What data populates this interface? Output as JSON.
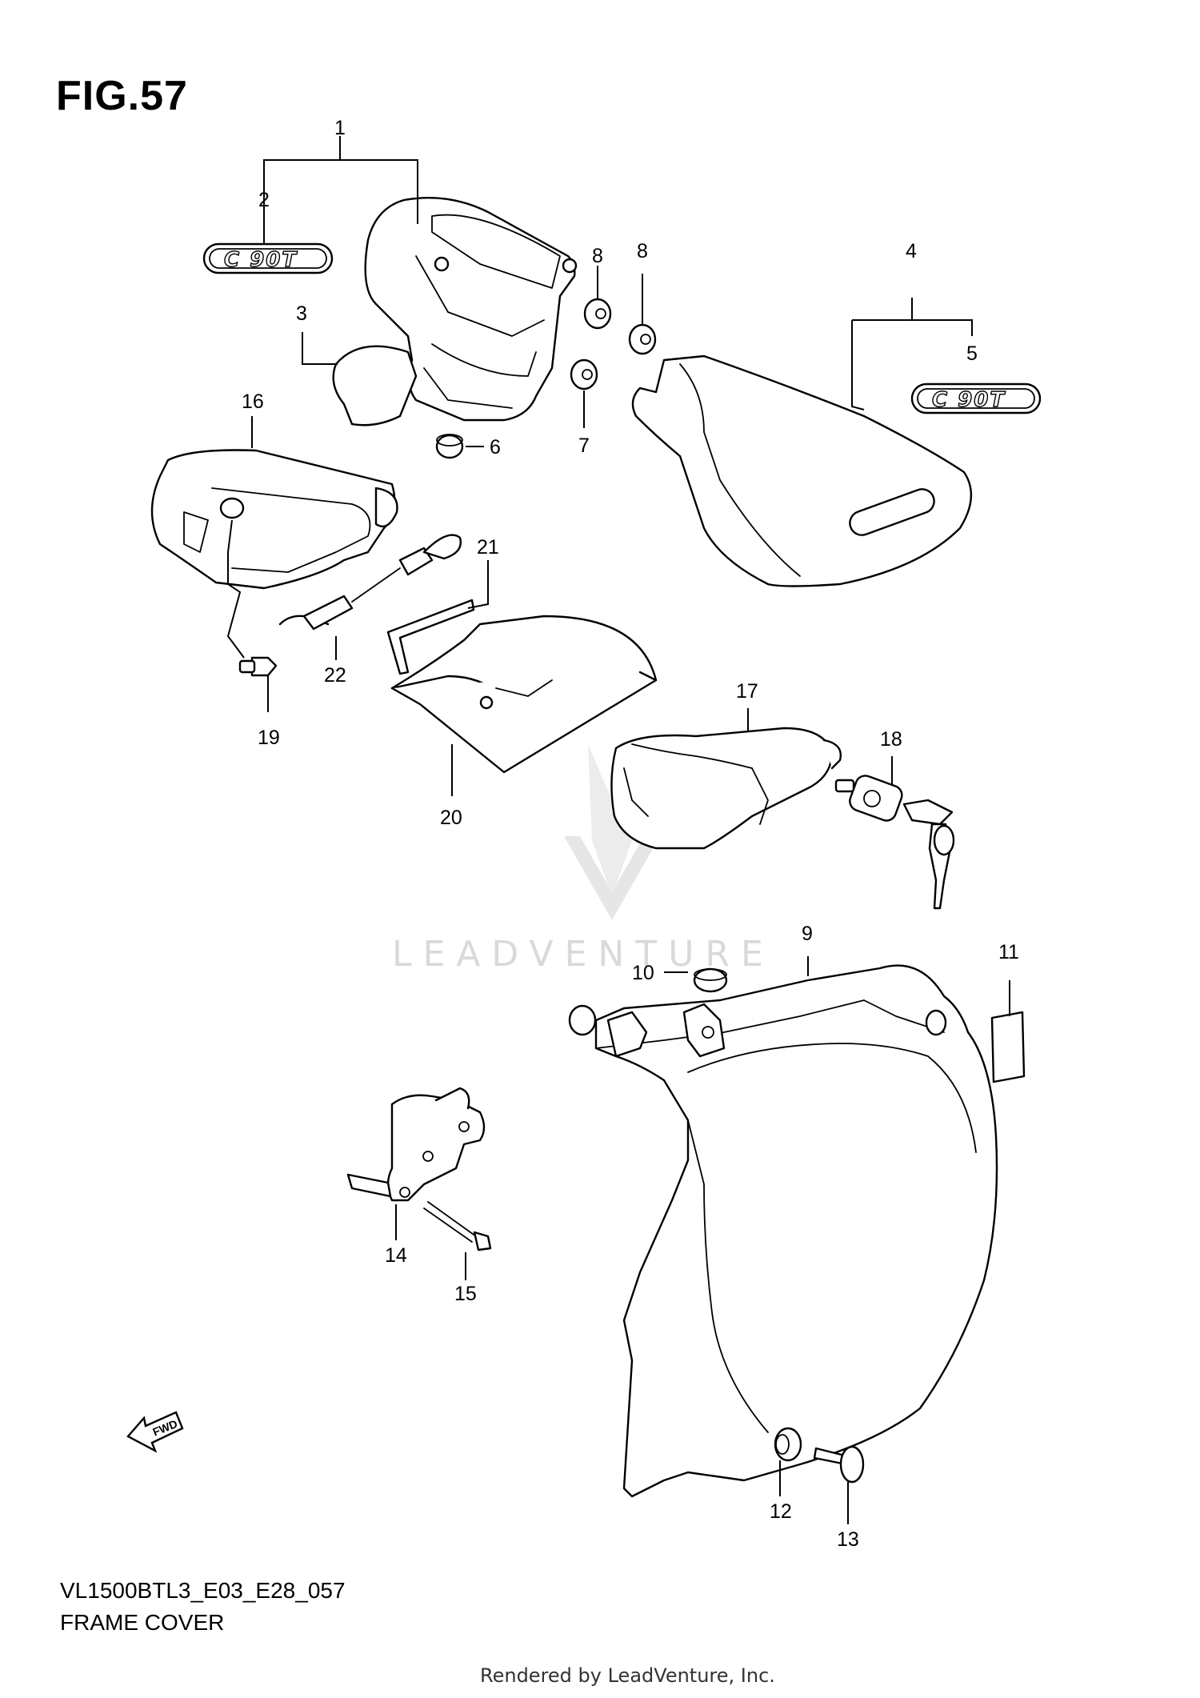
{
  "figure": {
    "title": "FIG.57",
    "model_code": "VL1500BTL3_E03_E28_057",
    "name": "FRAME COVER"
  },
  "footer": {
    "rendered_by": "Rendered by LeadVenture, Inc."
  },
  "watermark": {
    "text": "LEADVENTURE"
  },
  "emblem_text": "C 90T",
  "fwd_arrow": {
    "text": "FWD"
  },
  "callouts": [
    "1",
    "2",
    "3",
    "4",
    "5",
    "6",
    "7",
    "8",
    "8",
    "9",
    "10",
    "11",
    "12",
    "13",
    "14",
    "15",
    "16",
    "17",
    "18",
    "19",
    "20",
    "21",
    "22"
  ],
  "colors": {
    "line": "#000000",
    "background": "#ffffff",
    "watermark": "#d9d9d9"
  }
}
